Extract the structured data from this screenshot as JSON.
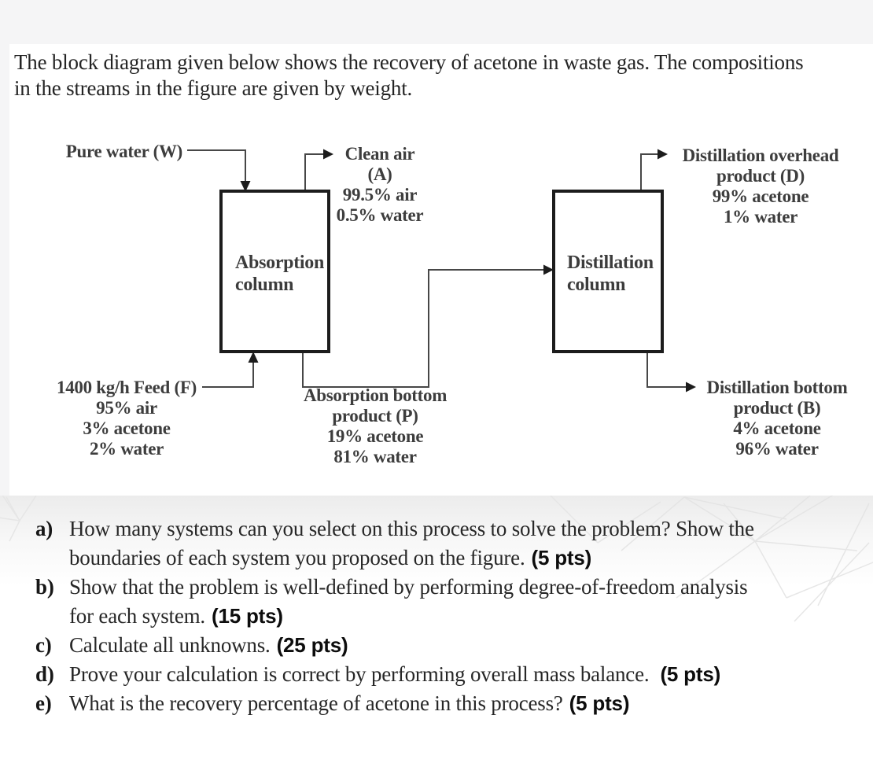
{
  "intro": {
    "line1": "The block diagram given below shows the recovery of acetone in waste gas. The compositions",
    "line2": "in the streams in the figure are given by weight."
  },
  "diagram": {
    "absorption": {
      "line1": "Absorption",
      "line2": "column"
    },
    "distillation": {
      "line1": "Distillation",
      "line2": "column"
    },
    "pure_water": {
      "label": "Pure water (W)"
    },
    "clean_air": {
      "line1": "Clean air (A)",
      "line2": "99.5% air",
      "line3": "0.5% water"
    },
    "feed": {
      "line1": "1400 kg/h Feed (F)",
      "line2": "95% air",
      "line3": "3% acetone",
      "line4": "2% water"
    },
    "absorption_bottom": {
      "line1": "Absorption bottom",
      "line2": "product (P)",
      "line3": "19% acetone",
      "line4": "81% water"
    },
    "overhead": {
      "line1": "Distillation overhead",
      "line2": "product (D)",
      "line3": "99% acetone",
      "line4": "1% water"
    },
    "dist_bottom": {
      "line1": "Distillation bottom",
      "line2": "product (B)",
      "line3": "4% acetone",
      "line4": "96% water"
    }
  },
  "questions": [
    {
      "label": "a)",
      "line1": "How many systems can you select on this process to solve the problem? Show the",
      "line2": "boundaries of each system you proposed on the figure.",
      "pts": "(5 pts)"
    },
    {
      "label": "b)",
      "line1": "Show that the problem is well-defined by performing degree-of-freedom analysis",
      "line2": "for each system.",
      "pts": "(15 pts)"
    },
    {
      "label": "c)",
      "line1": "Calculate all unknowns.",
      "pts": "(25 pts)"
    },
    {
      "label": "d)",
      "line1": "Prove your calculation is correct by performing overall mass balance.",
      "pts": "(5 pts)"
    },
    {
      "label": "e)",
      "line1": "What is the recovery percentage of acetone in this process?",
      "pts": "(5 pts)"
    }
  ],
  "colors": {
    "box_border": "#1c1c1c",
    "stream_line": "#474747",
    "diagram_text": "#3d3d3d",
    "body_text": "#242424",
    "watermark_line": "#e4e4e4"
  }
}
